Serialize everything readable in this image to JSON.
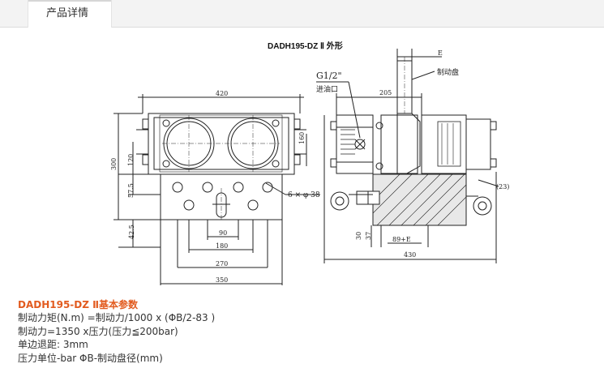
{
  "tab": {
    "label": "产品详情"
  },
  "drawing": {
    "title": "DADH195-DZ Ⅱ 外形",
    "dims": {
      "d420": "420",
      "d300": "300",
      "d120": "120",
      "d57": "57.5",
      "d42": "42.5",
      "d90": "90",
      "d180": "180",
      "d270": "270",
      "d350": "350",
      "d160": "160",
      "holes": "6 × φ 38",
      "d205": "205",
      "d430": "430",
      "d30": "30",
      "d37": "37",
      "d89": "89+E",
      "d23": "(23)",
      "e": "E"
    },
    "labels": {
      "g12": "G1/2\"",
      "inlet": "进油口",
      "disc": "制动盘"
    }
  },
  "specs": {
    "title": "DADH195-DZ Ⅱ基本参数",
    "lines": [
      "制动力矩(N.m) =制动力/1000 x (ΦB/2-83 )",
      "制动力=1350 x压力(压力≦200bar)",
      "单边退距: 3mm",
      "压力单位-bar ΦB-制动盘径(mm)"
    ]
  }
}
